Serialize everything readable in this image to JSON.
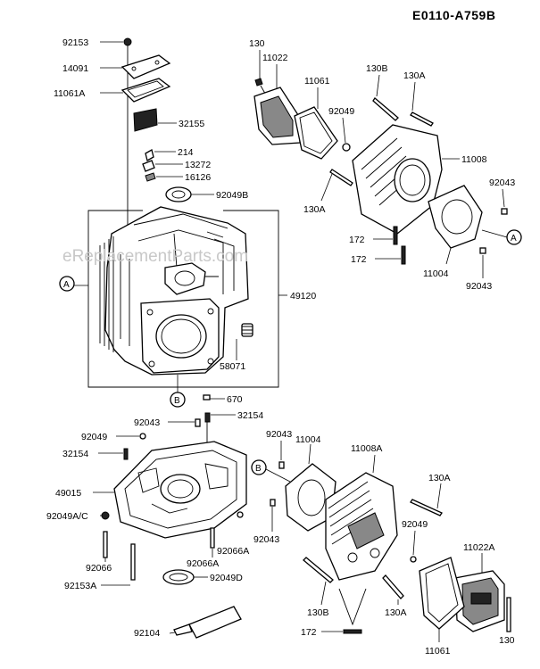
{
  "diagram": {
    "title": "E0110-A759B",
    "watermark": "eReplacementParts.com",
    "callouts": {
      "a": "A",
      "b": "B"
    },
    "labels": {
      "l92153": "92153",
      "l14091": "14091",
      "l11061a": "11061A",
      "l32155": "32155",
      "l214": "214",
      "l13272": "13272",
      "l16126": "16126",
      "l92049b": "92049B",
      "l49120": "49120",
      "l58071": "58071",
      "l670": "670",
      "l92043_mid": "92043",
      "l32154_mid": "32154",
      "l92049_left": "92049",
      "l32154_left": "32154",
      "l49015": "49015",
      "l92049ac": "92049A/C",
      "l92066": "92066",
      "l92153a": "92153A",
      "l92066a_1": "92066A",
      "l92066a_2": "92066A",
      "l92049d": "92049D",
      "l92104": "92104",
      "l130_top": "130",
      "l11022": "11022",
      "l11061_top": "11061",
      "l130b_top": "130B",
      "l130a_top": "130A",
      "l92049_top": "92049",
      "l11008": "11008",
      "l92043_tr": "92043",
      "l130a_mid": "130A",
      "l172_a": "172",
      "l172_b": "172",
      "l11004_top": "11004",
      "l92043_r": "92043",
      "l92043_b": "92043",
      "l11004_bot": "11004",
      "l11008a": "11008A",
      "l130a_br": "130A",
      "l92043_bl": "92043",
      "l92049_br": "92049",
      "l11022a": "11022A",
      "l130b_bot": "130B",
      "l130a_bot": "130A",
      "l172_bot": "172",
      "l11061_bot": "11061",
      "l130_bot": "130"
    }
  }
}
